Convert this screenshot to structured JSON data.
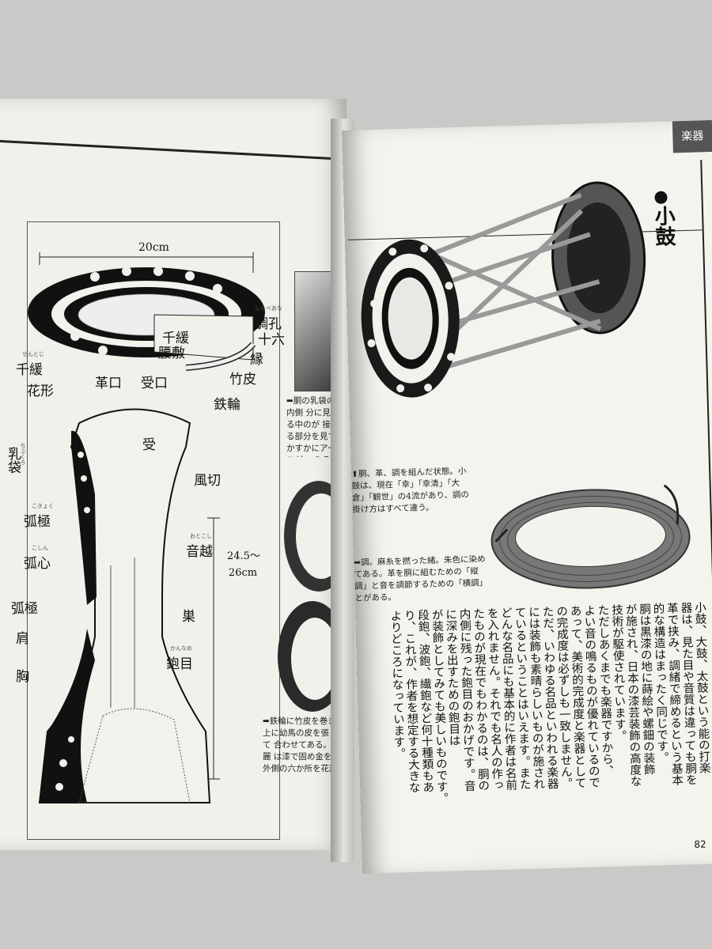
{
  "left_page": {
    "labels": {
      "width": "20cm",
      "chou_ko": "調孔",
      "chou_ko_ruby": "しらべあな",
      "juroku": "十六",
      "senkagari": "千緩",
      "senkagari_ruby": "せんとじ",
      "senkagari_inner": "千緩",
      "koshijiki": "腰敷",
      "hanagata": "花形",
      "fuchi": "縁",
      "takegawa": "竹皮",
      "kawaguchi": "革口",
      "ukeguchi": "受口",
      "kanawa": "鉄輪",
      "uke": "受",
      "kazekiri": "風切",
      "chibukuro": "乳袋",
      "chibukuro_ruby": "ちぶくろ",
      "kokyoku1": "弧極",
      "kokyoku1_ruby": "こきょく",
      "koshin": "弧心",
      "koshin_ruby": "こしん",
      "kokyoku2": "弧極",
      "otokoshi": "音越",
      "otokoshi_ruby": "おとこし",
      "height": "24.5〜26cm",
      "su": "巣",
      "kata": "肩",
      "mune": "胸",
      "kanname": "鉋目",
      "kanname_ruby": "かんなめ"
    },
    "captions": {
      "top": "➡胴の乳袋の内側 分に見える中のが 接する部分を見て かすかにアールがつ みる。外側はすべ",
      "bottom": "➡鉄輪に竹皮を巻き 上に幼馬の皮を張って 合わせてある。麗麗 は漆で固め金を張 外側の六か所を花形"
    }
  },
  "right_page": {
    "header_tab": "楽器",
    "section_title": "小鼓",
    "caption_drum": "⬆胴、革、調を組んだ状態。小鼓は、現在「幸」「幸清」「大倉」「観世」の4流があり、調の掛け方はすべて違う。",
    "caption_rope": "➡調。麻糸を撚った緒。朱色に染めてある。革を胴に組むための「縦調」と音を調節するための「横調」とがある。",
    "body_columns": [
      "小鼓、大鼓、太鼓という能の打楽",
      "器は、見た目や音質は違っても胴を",
      "革で挟み、調緒で締めるという基本",
      "的な構造はまったく同じです。",
      "胴は黒漆の地に蒔絵や螺鈿の装飾",
      "が施され、日本の漆芸装飾の高度な",
      "技術が駆使されています。",
      "ただしあくまでも楽器ですから、",
      "よい音の鳴るものが優れているので",
      "あって、美術的完成度と楽器として",
      "の完成度は必ずしも一致しません。",
      "ただ、いわゆる名品といわれる楽器",
      "には装飾も素晴らしいものが施され",
      "ているということはいえます。また",
      "どんな名品にも基本的に作者は名前",
      "を入れません。それでも名人の作っ",
      "たものが現在でもわかるのは、胴の",
      "内側に残った鉋目のおかげです。音",
      "に深みを出すための鉋目は",
      "が装飾としてみても美しいものです。",
      "段鉋、波鉋、繊鉋など何十種類もあ",
      "り、これが、作者を想定する大きな",
      "よりどころになっています。"
    ],
    "page_number": "82"
  },
  "colors": {
    "paper": "#f1f0ea",
    "ink": "#111111",
    "background": "#c9c9c7"
  }
}
